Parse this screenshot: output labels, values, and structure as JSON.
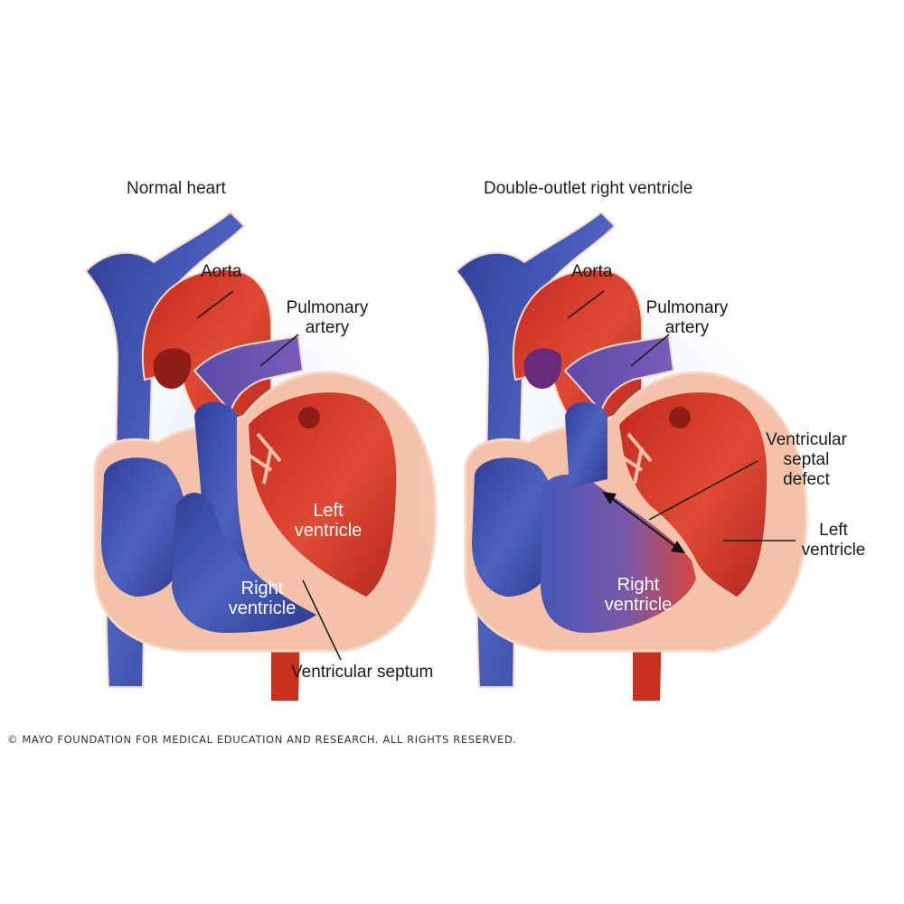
{
  "panels": [
    {
      "title": "Normal heart",
      "labels": {
        "aorta": "Aorta",
        "pulmonary_artery": [
          "Pulmonary",
          "artery"
        ],
        "left_ventricle": [
          "Left",
          "ventricle"
        ],
        "right_ventricle": [
          "Right",
          "ventricle"
        ],
        "ventricular_septum": "Ventricular septum"
      }
    },
    {
      "title": "Double-outlet right ventricle",
      "labels": {
        "aorta": "Aorta",
        "pulmonary_artery": [
          "Pulmonary",
          "artery"
        ],
        "vsd": [
          "Ventricular",
          "septal",
          "defect"
        ],
        "left_ventricle": [
          "Left",
          "ventricle"
        ],
        "right_ventricle": [
          "Right",
          "ventricle"
        ]
      }
    }
  ],
  "copyright": "© MAYO FOUNDATION FOR MEDICAL EDUCATION AND RESEARCH. ALL RIGHTS RESERVED.",
  "colors": {
    "oxygenated": "#d93a2a",
    "deoxygenated": "#3f54b0",
    "myocardium": "#f3c2a8",
    "outline": "#f7d8c6",
    "glow": "#dbe7f6"
  }
}
